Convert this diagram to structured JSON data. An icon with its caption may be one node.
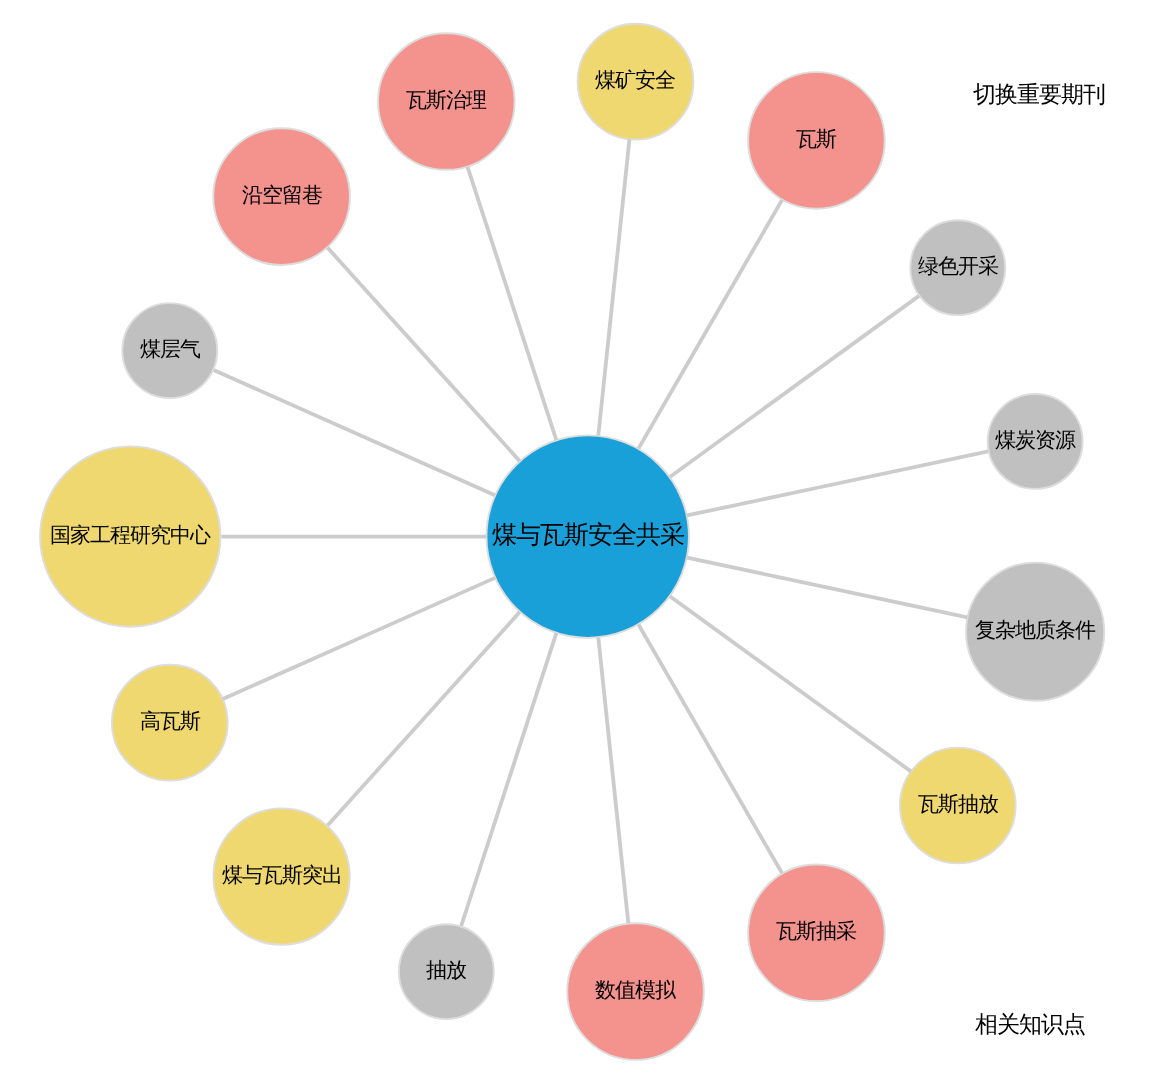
{
  "diagram": {
    "nodes": [
      {
        "text": [
          "煤与瓦斯安全共采"
        ]
      },
      {
        "text": [
          "煤炭资源"
        ]
      },
      {
        "text": [
          "绿色开采"
        ]
      },
      {
        "text": [
          "瓦斯"
        ]
      },
      {
        "text": [
          "煤矿安全"
        ]
      },
      {
        "text": [
          "瓦斯治理"
        ]
      },
      {
        "text": [
          "沿空留巷"
        ]
      },
      {
        "text": [
          "煤层气"
        ]
      },
      {
        "text": [
          "国家工程研究中心"
        ]
      },
      {
        "text": [
          "高瓦斯"
        ]
      },
      {
        "text": [
          "煤与瓦斯突出"
        ]
      },
      {
        "text": [
          "抽放"
        ]
      },
      {
        "text": [
          "数值模拟"
        ]
      },
      {
        "text": [
          "瓦斯抽采"
        ]
      },
      {
        "text": [
          "瓦斯抽放"
        ]
      },
      {
        "text": [
          "复杂地质条件"
        ]
      }
    ],
    "edges": [
      {
        "from": 0,
        "to": 1,
        "arrow": "none"
      },
      {
        "from": 0,
        "to": 2,
        "arrow": "none"
      },
      {
        "from": 0,
        "to": 3,
        "arrow": "none"
      },
      {
        "from": 0,
        "to": 4,
        "arrow": "none"
      },
      {
        "from": 0,
        "to": 5,
        "arrow": "none"
      },
      {
        "from": 0,
        "to": 6,
        "arrow": "none"
      },
      {
        "from": 0,
        "to": 7,
        "arrow": "none"
      },
      {
        "from": 0,
        "to": 8,
        "arrow": "none"
      },
      {
        "from": 0,
        "to": 9,
        "arrow": "none"
      },
      {
        "from": 0,
        "to": 10,
        "arrow": "none"
      },
      {
        "from": 0,
        "to": 11,
        "arrow": "none"
      },
      {
        "from": 0,
        "to": 12,
        "arrow": "none"
      },
      {
        "from": 0,
        "to": 13,
        "arrow": "none"
      },
      {
        "from": 0,
        "to": 14,
        "arrow": "none"
      },
      {
        "from": 0,
        "to": 15,
        "arrow": "none"
      }
    ],
    "labels": [
      "切换重要期刊",
      "相关知识点"
    ]
  }
}
